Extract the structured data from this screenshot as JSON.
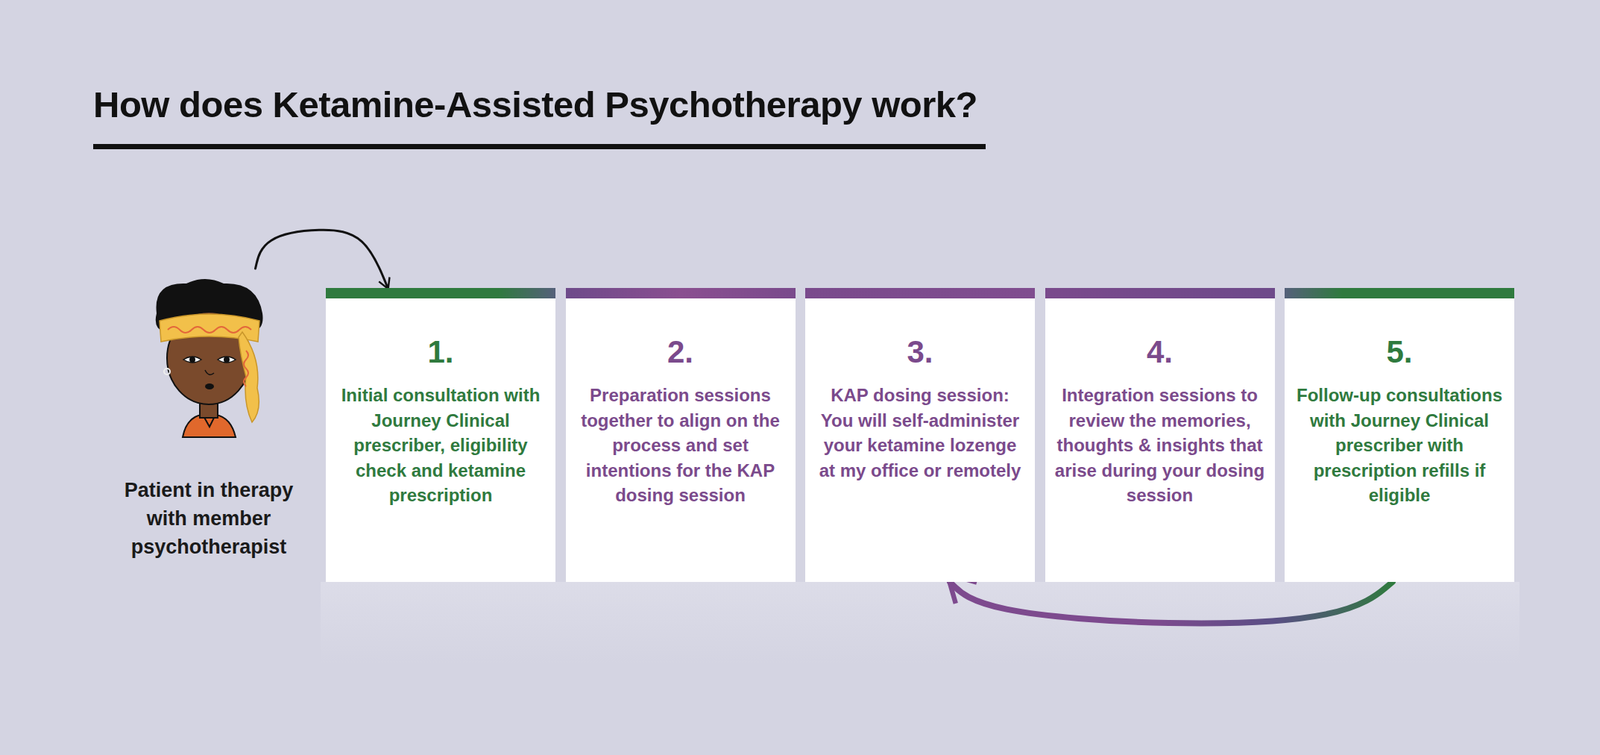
{
  "diagram": {
    "title": "How does Ketamine-Assisted Psychotherapy work?",
    "nodes": [
      {
        "text": [
          "Patient in therapy with member psychotherapist"
        ]
      },
      {
        "text": [
          "1.",
          "Initial consultation with Journey Clinical prescriber, eligibility check and ketamine prescription"
        ]
      },
      {
        "text": [
          "2.",
          "Preparation sessions together to align on the process and set intentions for the KAP dosing session"
        ]
      },
      {
        "text": [
          "3.",
          "KAP dosing session: You will self-administer your ketamine lozenge at my office or remotely"
        ]
      },
      {
        "text": [
          "4.",
          "Integration sessions to review the memories, thoughts & insights that arise during your dosing session"
        ]
      },
      {
        "text": [
          "5.",
          "Follow-up consultations with Journey Clinical prescriber with prescription refills if eligible"
        ]
      }
    ],
    "edges": [
      {
        "from": 0,
        "to": 1,
        "arrow": "to"
      },
      {
        "from": 5,
        "to": 3,
        "arrow": "to"
      }
    ]
  }
}
